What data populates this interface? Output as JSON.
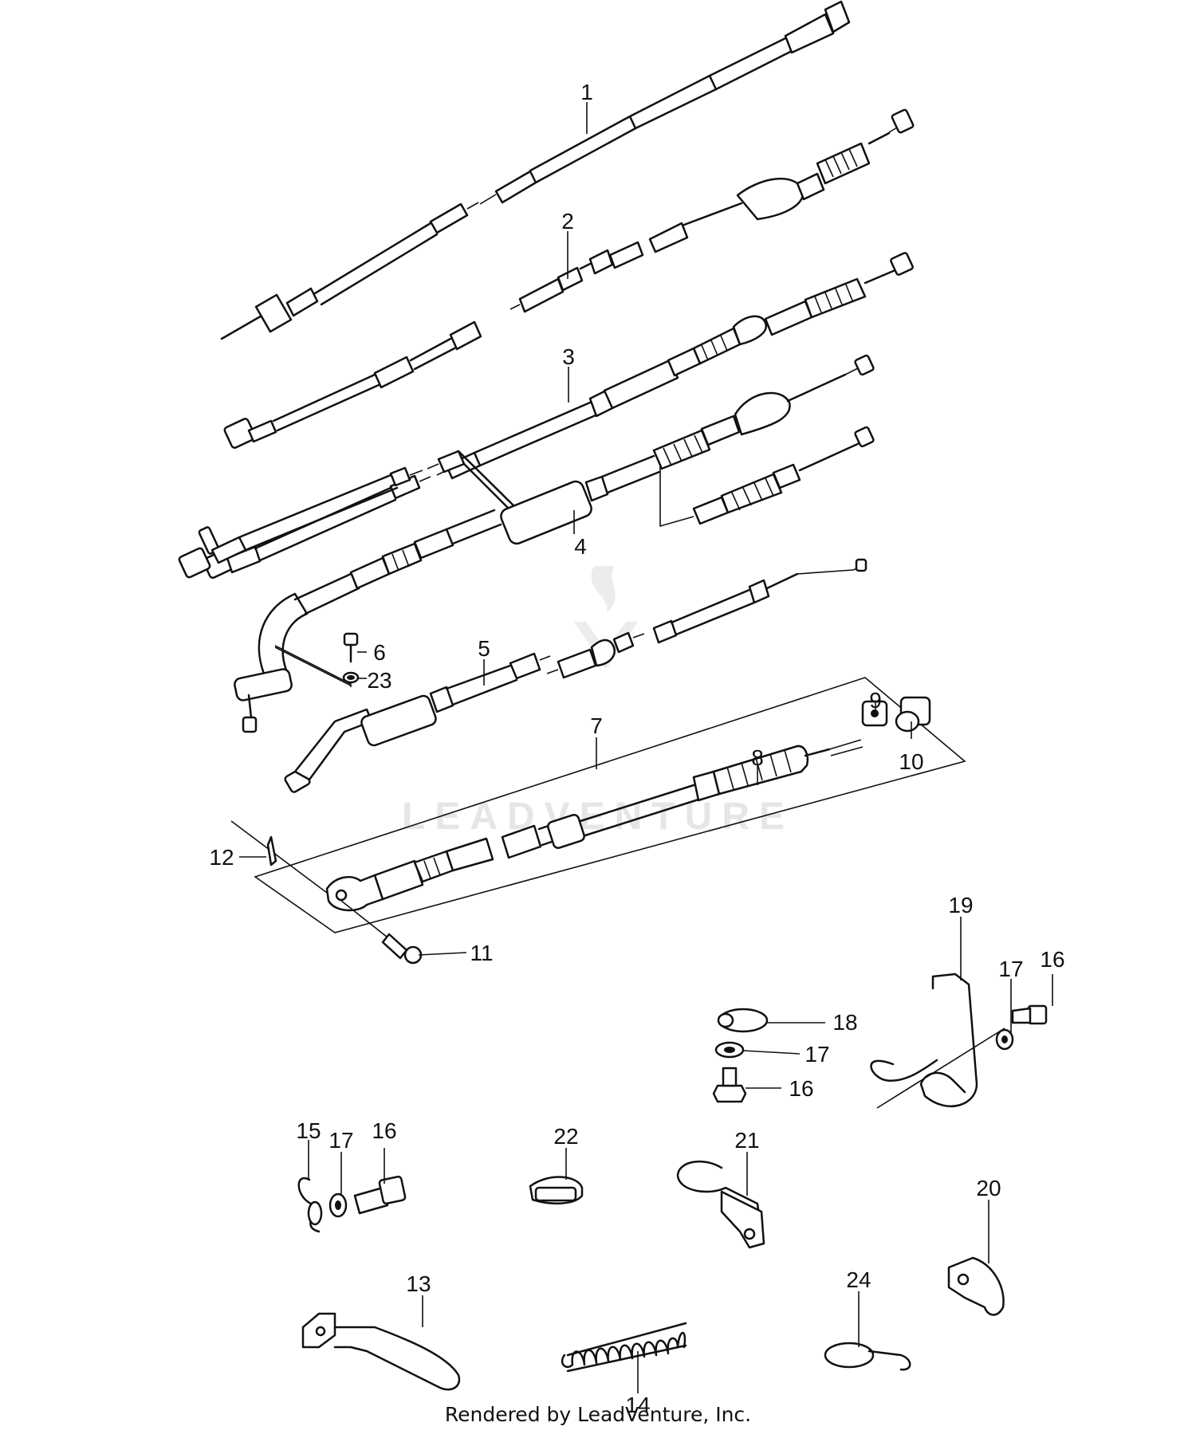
{
  "diagram": {
    "labels": [
      "1",
      "2",
      "3",
      "4",
      "5",
      "6",
      "23",
      "7",
      "8",
      "9",
      "10",
      "12",
      "11",
      "19",
      "17",
      "16",
      "18",
      "17",
      "16",
      "15",
      "17",
      "16",
      "22",
      "21",
      "20",
      "13",
      "14",
      "24"
    ],
    "watermark": "LEADVENTURE",
    "footer": "Rendered by LeadVenture, Inc."
  }
}
